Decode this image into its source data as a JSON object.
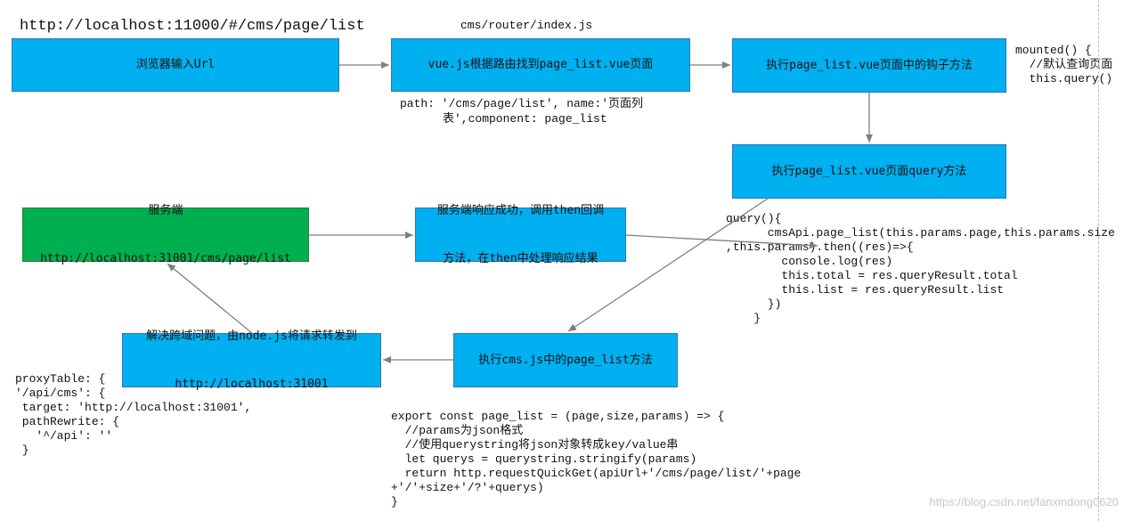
{
  "header": {
    "url": "http://localhost:11000/#/cms/page/list",
    "router_file": "cms/router/index.js"
  },
  "boxes": {
    "browser": "浏览器输入Url",
    "vue_router": "vue.js根据路由找到page_list.vue页面",
    "hook": "执行page_list.vue页面中的钩子方法",
    "query_method": "执行page_list.vue页面query方法",
    "server_line1": "服务端",
    "server_line2": "http://localhost:31001/cms/page/list",
    "response_line1": "服务端响应成功，调用then回调",
    "response_line2": "方法，在then中处理响应结果",
    "proxy_line1": "解决跨域问题，由node.js将请求转发到",
    "proxy_line2": "http://localhost:31001",
    "cms_method": "执行cms.js中的page_list方法"
  },
  "annotations": {
    "route_line1": "path: '/cms/page/list', name:'页面列",
    "route_line2": "表',component: page_list",
    "mounted": [
      "mounted() {",
      "  //默认查询页面",
      "  this.query()"
    ],
    "query_code": [
      "query(){",
      "      cmsApi.page_list(this.params.page,this.params.size",
      ",this.params).then((res)=>{",
      "        console.log(res)",
      "        this.total = res.queryResult.total",
      "        this.list = res.queryResult.list",
      "      })",
      "    }"
    ],
    "proxy_table": [
      "proxyTable: {",
      "'/api/cms': {",
      " target: 'http://localhost:31001',",
      " pathRewrite: {",
      "   '^/api': ''",
      " }"
    ],
    "export_code": [
      "export const page_list = (page,size,params) => {",
      "  //params为json格式",
      "  //使用querystring将json对象转成key/value串",
      "  let querys = querystring.stringify(params)",
      "  return http.requestQuickGet(apiUrl+'/cms/page/list/'+page",
      "+'/'+size+'/?'+querys)",
      "}"
    ]
  },
  "watermark": "https://blog.csdn.net/fanxindong0620",
  "colors": {
    "process_box": "#00b0f0",
    "server_box": "#00b050",
    "arrow": "#7f7f7f"
  }
}
